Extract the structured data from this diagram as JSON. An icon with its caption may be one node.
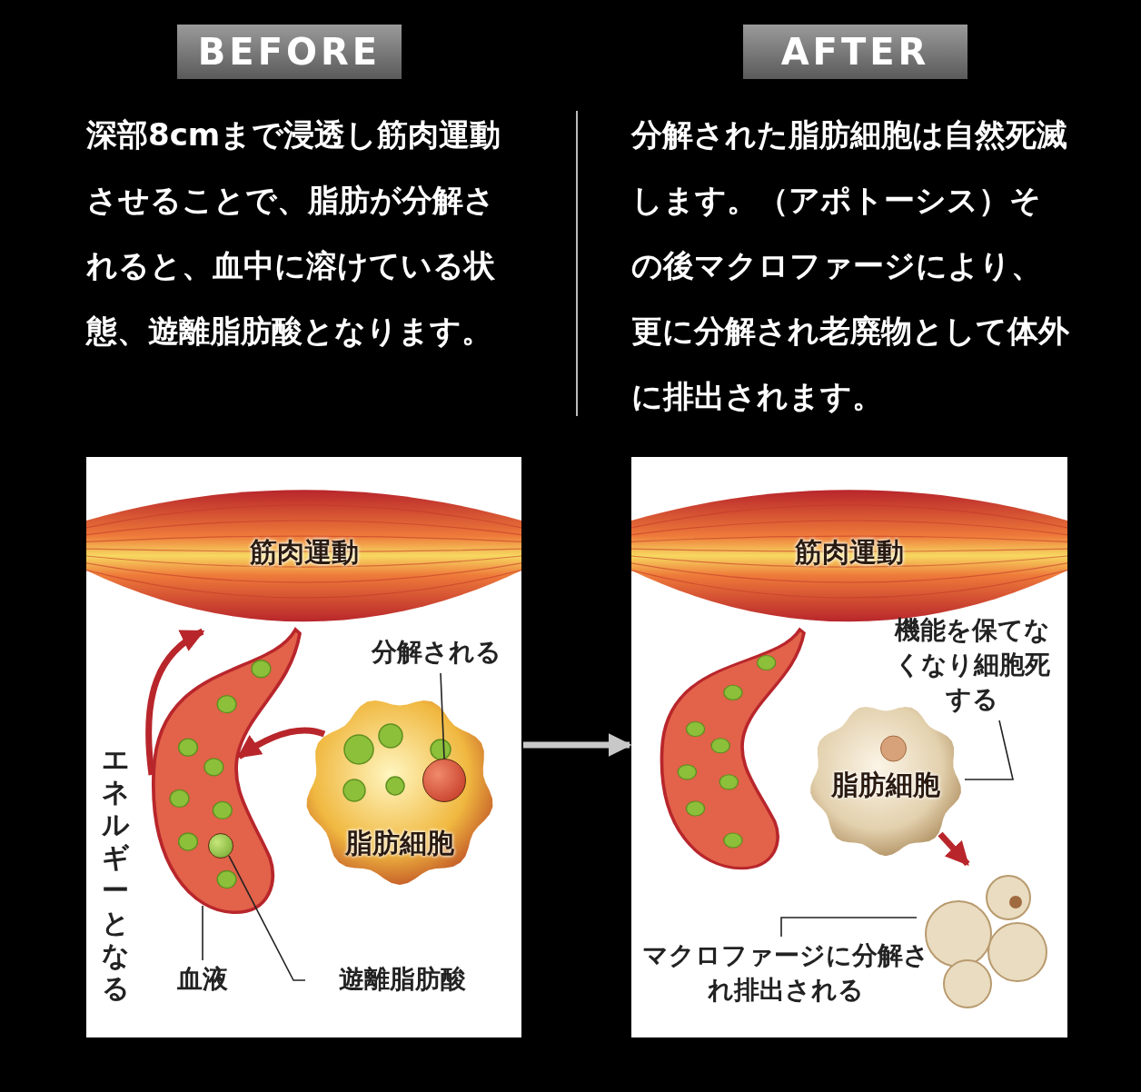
{
  "diagram": {
    "nodes": [
      {
        "text": [
          "BEFORE"
        ]
      },
      {
        "text": [
          "AFTER"
        ]
      },
      {
        "text": [],
        "shape": "box"
      },
      {
        "text": [],
        "shape": "box"
      },
      {
        "text": [
          "筋肉運動"
        ],
        "in": 2
      },
      {
        "text": [
          "分解される"
        ],
        "in": 2
      },
      {
        "text": [
          "脂肪細胞"
        ],
        "in": 2
      },
      {
        "text": [],
        "shape": "circle",
        "in": 6
      },
      {
        "text": [],
        "shape": "picture",
        "in": 2
      },
      {
        "text": [
          "血液"
        ],
        "in": 2
      },
      {
        "text": [
          "遊離脂肪酸"
        ],
        "in": 2
      },
      {
        "text": [],
        "shape": "circle",
        "in": 8
      },
      {
        "text": [
          "筋肉運動"
        ],
        "in": 3
      },
      {
        "text": [],
        "shape": "picture",
        "in": 3
      },
      {
        "text": [
          "機能を保てなくなり細胞死する"
        ],
        "in": 3
      },
      {
        "text": [
          "脂肪細胞"
        ],
        "in": 3
      },
      {
        "text": [],
        "shape": "picture",
        "in": 3
      },
      {
        "text": [
          "マクロファージに分解され排出される"
        ],
        "in": 3
      }
    ],
    "edges": [
      {
        "from": 5,
        "to": 7,
        "arrow": "none"
      },
      {
        "from": 6,
        "to": 8,
        "arrow": "to",
        "style": "thick",
        "color": "#b8262b"
      },
      {
        "from": 8,
        "to": 4,
        "arrow": "to",
        "style": "thick",
        "color": "#b8262b"
      },
      {
        "from": 9,
        "to": 8,
        "arrow": "none"
      },
      {
        "from": 10,
        "to": 11,
        "arrow": "none"
      },
      {
        "from": 14,
        "to": 15,
        "arrow": "none"
      },
      {
        "from": 15,
        "to": 16,
        "arrow": "to",
        "style": "thick",
        "color": "#b8262b"
      },
      {
        "from": 17,
        "to": 16,
        "arrow": "none"
      },
      {
        "from": 2,
        "to": 3,
        "arrow": "to",
        "style": "thick",
        "color": "#c8c8c8"
      }
    ],
    "labels": [
      "深部8cmまで浸透し筋肉運動させることで、脂肪が分解されると、血中に溶けている状態、遊離脂肪酸となります。",
      "分解された脂肪細胞は自然死滅します。（アポトーシス）その後マクロファージにより、更に分解され老廃物として体外に排出されます。",
      "エネルギーとなる"
    ]
  }
}
